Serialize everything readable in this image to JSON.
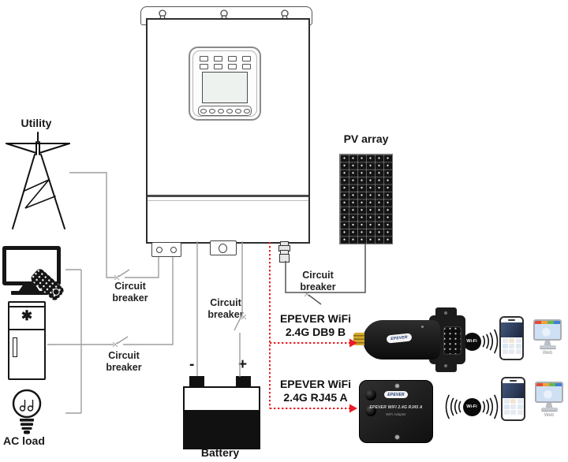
{
  "labels": {
    "utility": "Utility",
    "ac_load": "AC load",
    "pv_array": "PV array",
    "battery": "Battery",
    "battery_minus": "-",
    "battery_plus": "+",
    "fridge_symbol": "✱"
  },
  "breakers": {
    "utility": {
      "line1": "Circuit",
      "line2": "breaker"
    },
    "ac_load": {
      "line1": "Circuit",
      "line2": "breaker"
    },
    "battery": {
      "line1": "Circuit",
      "line2": "breaker"
    },
    "pv": {
      "line1": "Circuit",
      "line2": "breaker"
    }
  },
  "wifi_adapters": {
    "db9": {
      "label_line1": "EPEVER WiFi",
      "label_line2": "2.4G DB9 B",
      "logo": "EPEVER"
    },
    "rj45": {
      "label_line1": "EPEVER WiFi",
      "label_line2": "2.4G RJ45 A",
      "logo": "EPEVER",
      "body_title": "EPEVER WIFI 2.4G RJ45 A",
      "body_subtitle": "WiFi Adapter"
    }
  },
  "wifi_signal": {
    "text": "Wi-Fi"
  },
  "clients": {
    "web_caption": "Web"
  },
  "colors": {
    "accent_red": "#ec1c24",
    "wire_gray": "#9e9e9e",
    "line_art": "#161616",
    "gold": "#c9a227"
  }
}
